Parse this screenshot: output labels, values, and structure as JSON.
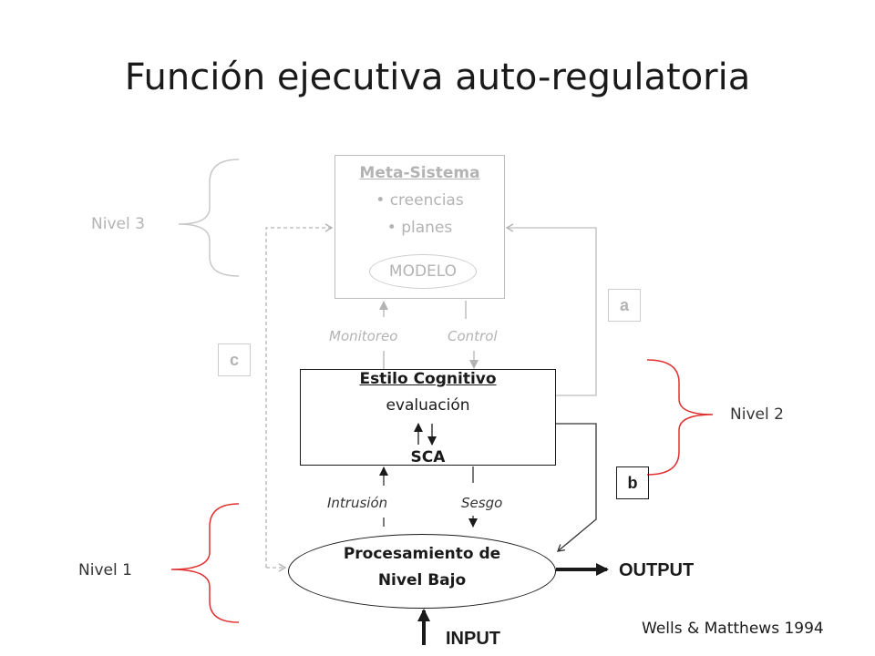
{
  "title": "Función ejecutiva auto-regulatoria",
  "meta_sistema": {
    "title": "Meta-Sistema",
    "items": [
      "• creencias",
      "• planes"
    ],
    "modelo": "MODELO"
  },
  "links_top": {
    "monitoreo": "Monitoreo",
    "control": "Control"
  },
  "estilo_cognitivo": {
    "title": "Estilo Cognitivo",
    "sub": "evaluación",
    "sca": "SCA"
  },
  "links_bottom": {
    "intrusion": "Intrusión",
    "sesgo": "Sesgo"
  },
  "procesamiento": {
    "line1": "Procesamiento de",
    "line2": "Nivel Bajo"
  },
  "levels": {
    "nivel3": "Nivel 3",
    "nivel2": "Nivel 2",
    "nivel1": "Nivel 1"
  },
  "boxes": {
    "a": "a",
    "b": "b",
    "c": "c"
  },
  "io": {
    "output": "OUTPUT",
    "input": "INPUT"
  },
  "citation": "Wells & Matthews 1994",
  "colors": {
    "light_grey": "#b3b3b3",
    "dark": "#1a1a1a",
    "red": "#e03030"
  }
}
